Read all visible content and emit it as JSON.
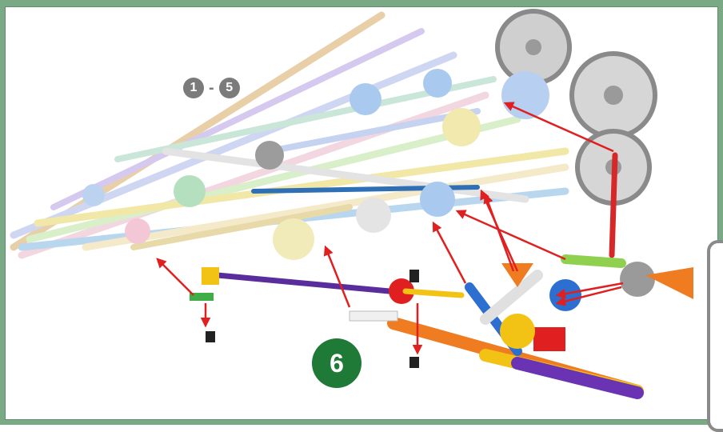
{
  "instruction": {
    "range_start": "1",
    "range_separator": "-",
    "range_end": "5",
    "step_number": "6"
  },
  "colors": {
    "frame_green": "#7aa985",
    "step_badge": "#1e7a36",
    "arrow_red": "#e02020",
    "rod_blue": "#2e6fb5",
    "rod_purple": "#5a2d9c",
    "rod_red": "#d62828"
  }
}
